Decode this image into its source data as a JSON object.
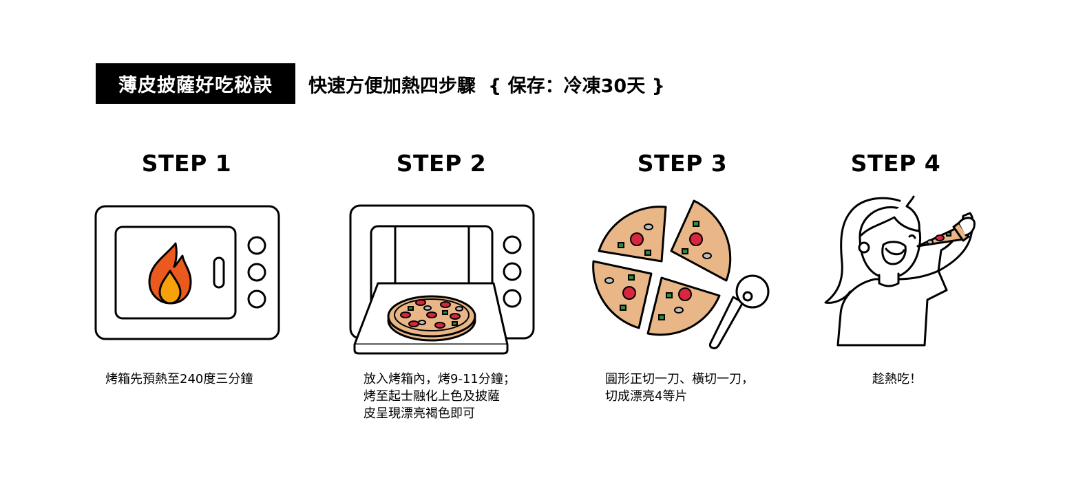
{
  "header": {
    "badge": "薄皮披薩好吃秘訣",
    "subtitle_main": "快速方便加熱四步驟",
    "subtitle_storage": "{ 保存：冷凍30天 }"
  },
  "steps": [
    {
      "title": "STEP 1",
      "text": "烤箱先預熱至240度三分鐘",
      "icon": "oven-flame-icon"
    },
    {
      "title": "STEP 2",
      "text": "放入烤箱內，烤9-11分鐘；\n烤至起士融化上色及披薩\n皮呈現漂亮褐色即可",
      "icon": "oven-pizza-icon"
    },
    {
      "title": "STEP 3",
      "text": "圓形正切一刀、橫切一刀，\n切成漂亮4等片",
      "icon": "pizza-slices-cutter-icon"
    },
    {
      "title": "STEP 4",
      "text": "趁熱吃！",
      "icon": "girl-eating-pizza-icon"
    }
  ],
  "colors": {
    "badge_bg": "#000000",
    "flame_outer": "#EA5A1E",
    "flame_inner": "#F7A10A",
    "crust": "#E8B687",
    "pepperoni": "#D7263D",
    "pepper": "#2E8B3E",
    "mushroom": "#BFBFBF"
  }
}
